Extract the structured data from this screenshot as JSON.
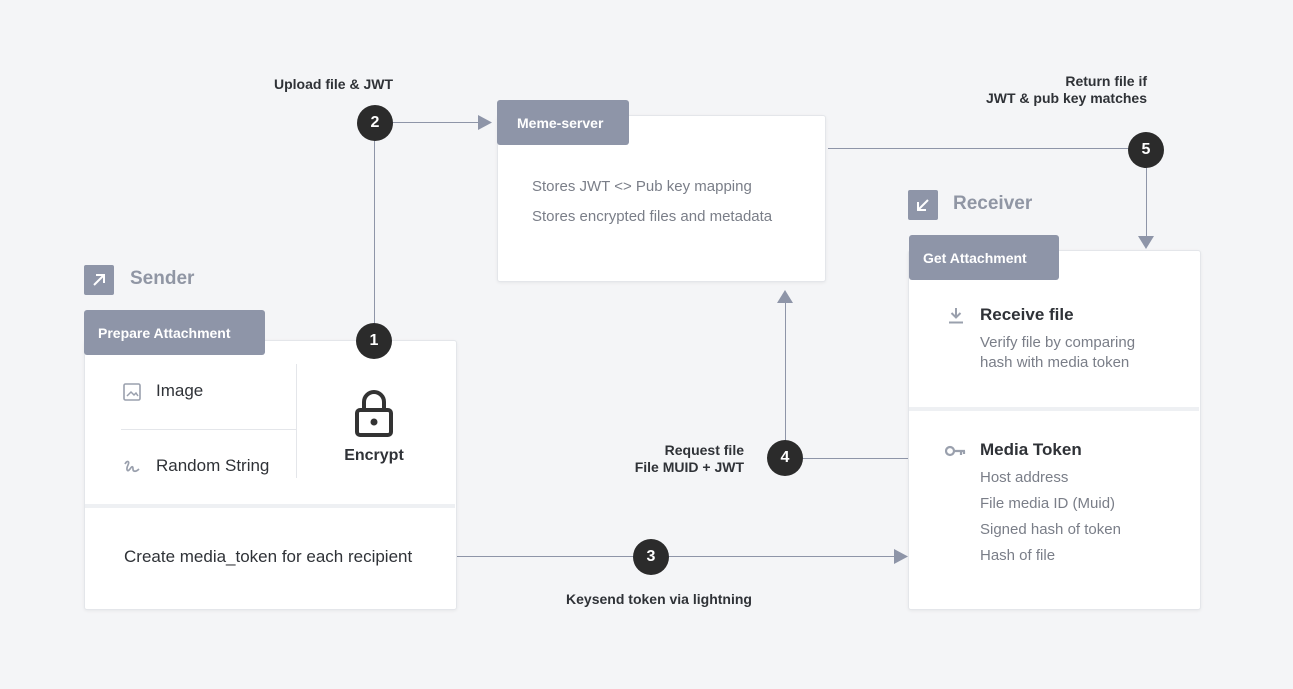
{
  "sender": {
    "title": "Sender",
    "tab": "Prepare Attachment",
    "items": [
      {
        "label": "Image",
        "icon": "image-icon"
      },
      {
        "label": "Random String",
        "icon": "squiggle-icon"
      }
    ],
    "encrypt": "Encrypt",
    "media_token_step": "Create media_token for each recipient"
  },
  "server": {
    "tab": "Meme-server",
    "lines": [
      "Stores JWT <> Pub key mapping",
      "Stores encrypted files and metadata"
    ]
  },
  "receiver": {
    "title": "Receiver",
    "tab": "Get Attachment",
    "receive_title": "Receive file",
    "receive_desc_1": "Verify file by comparing",
    "receive_desc_2": "hash with media token",
    "token_title": "Media Token",
    "token_items": [
      "Host address",
      "File media ID (Muid)",
      "Signed hash of token",
      "Hash of file"
    ]
  },
  "steps": {
    "s1": "1",
    "s2": "2",
    "s3": "3",
    "s4": "4",
    "s5": "5"
  },
  "labels": {
    "upload": "Upload file & JWT",
    "return_1": "Return file if",
    "return_2": "JWT & pub key matches",
    "request_1": "Request file",
    "request_2": "File MUID + JWT",
    "keysend": "Keysend token via lightning"
  },
  "colors": {
    "accent": "#8e95a8",
    "step": "#2b2b2b",
    "line": "#8e95a8"
  }
}
